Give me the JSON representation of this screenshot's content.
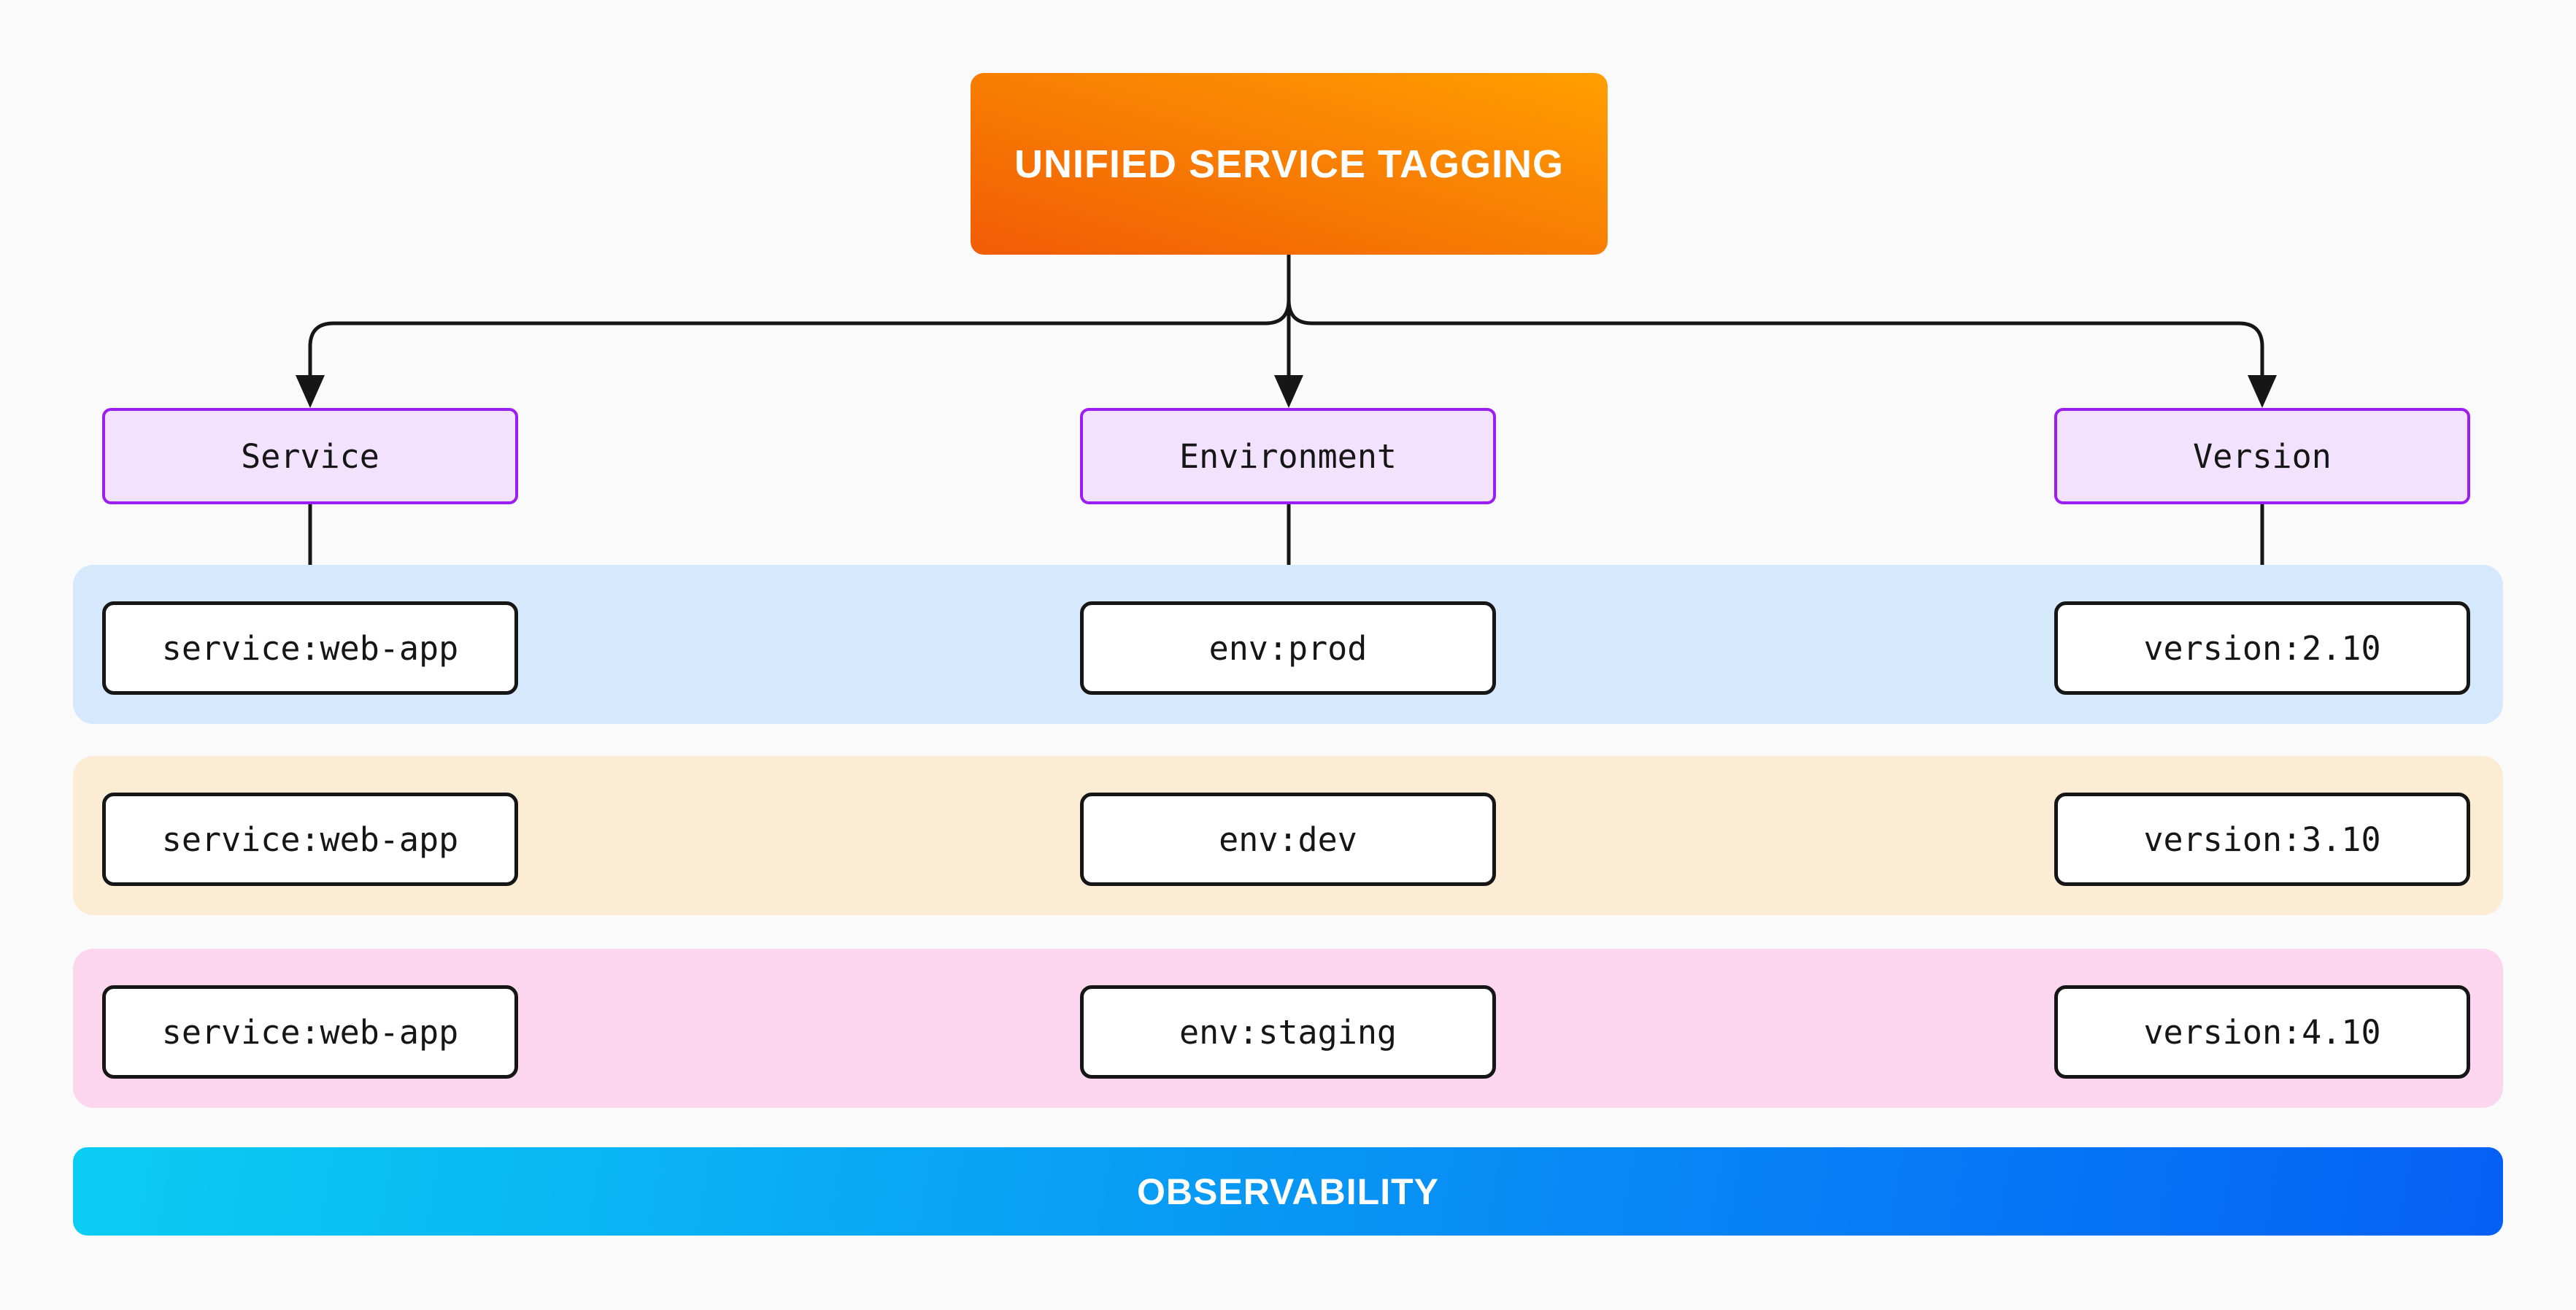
{
  "diagram": {
    "title": "UNIFIED SERVICE TAGGING",
    "footer": "OBSERVABILITY",
    "columns": [
      {
        "id": "service",
        "label": "Service"
      },
      {
        "id": "environment",
        "label": "Environment"
      },
      {
        "id": "version",
        "label": "Version"
      }
    ],
    "rows": [
      {
        "name": "prod-row",
        "tags": [
          "service:web-app",
          "env:prod",
          "version:2.10"
        ],
        "band_color": "#d6e8fb"
      },
      {
        "name": "dev-row",
        "tags": [
          "service:web-app",
          "env:dev",
          "version:3.10"
        ],
        "band_color": "#fbecd3"
      },
      {
        "name": "staging-row",
        "tags": [
          "service:web-app",
          "env:staging",
          "version:4.10"
        ],
        "band_color": "#fcd6ee"
      }
    ],
    "colors": {
      "background": "#fafafa",
      "title_gradient_start": "#f15c05",
      "title_gradient_end": "#ff9f00",
      "column_box_fill": "#f2e2fd",
      "column_box_border": "#9c1df2",
      "tag_box_fill": "#ffffff",
      "tag_box_border": "#161616",
      "connector_line": "#161616",
      "footer_gradient_start": "#0bcdf3",
      "footer_gradient_end": "#0560f6"
    }
  }
}
